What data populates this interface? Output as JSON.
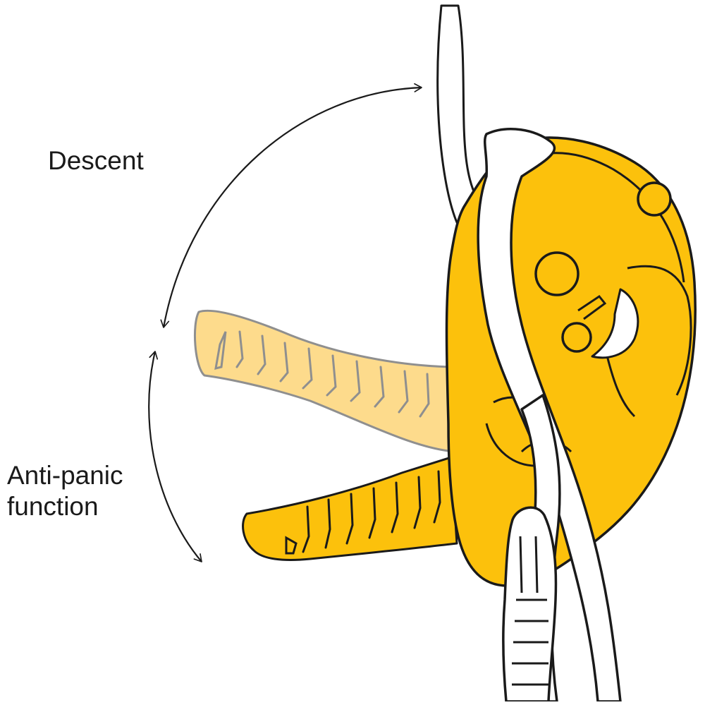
{
  "labels": {
    "descent": "Descent",
    "anti_panic_line1": "Anti-panic",
    "anti_panic_line2": "function"
  },
  "colors": {
    "device_yellow": "#FCC10C",
    "ghost_handle": "#FDDA86",
    "outline": "#1a1a1a",
    "rope_fill": "#ffffff",
    "carabiner_fill": "#ffffff",
    "background": "#ffffff"
  }
}
